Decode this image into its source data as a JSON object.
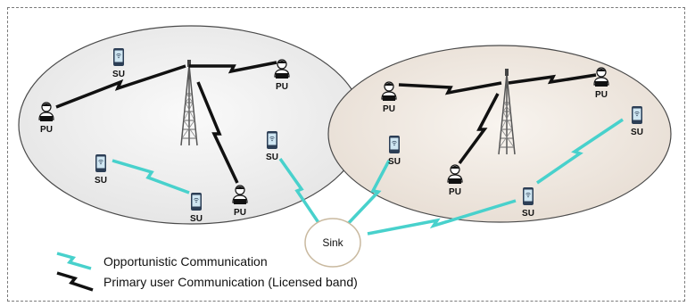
{
  "nodes": {
    "su_left_top": "SU",
    "su_left_mid": "SU",
    "su_left_bottom": "SU",
    "su_center_left": "SU",
    "su_center_right": "SU",
    "su_right_bottom": "SU",
    "su_right_top": "SU",
    "pu_left_1": "PU",
    "pu_left_2": "PU",
    "pu_left_3": "PU",
    "pu_right_1": "PU",
    "pu_right_2": "PU",
    "pu_right_3": "PU"
  },
  "sink": {
    "label": "Sink"
  },
  "legend": {
    "opportunistic": "Opportunistic Communication",
    "primary": "Primary user Communication (Licensed band)"
  },
  "colors": {
    "opportunistic": "#48d1cc",
    "primary": "#111111",
    "cell_left_fill": "#f2f2f2",
    "cell_right_fill": "#f1ece6",
    "cell_stroke": "#4a4a4a",
    "sink_fill": "#ffffff",
    "sink_stroke": "#c9b99f"
  }
}
